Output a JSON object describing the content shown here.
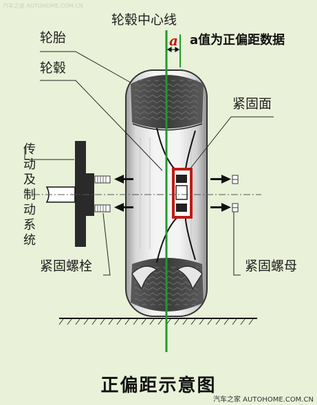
{
  "labels": {
    "hub_centerline": "轮毂中心线",
    "a_letter": "a",
    "a_value_note": "a值为正偏距数据",
    "tire": "轮胎",
    "hub": "轮毂",
    "mounting_face": "紧固面",
    "drive_brake_system": "传动及制动系统",
    "wheel_bolt": "紧固螺栓",
    "wheel_nut": "紧固螺母"
  },
  "title": "正偏距示意图",
  "credit": "汽车之家 AUTOHOME.COM.CN",
  "colors": {
    "background": "#e9f1d8",
    "centerline": "#1f9a2e",
    "hub_red": "#c01a12",
    "ink": "#111111"
  }
}
